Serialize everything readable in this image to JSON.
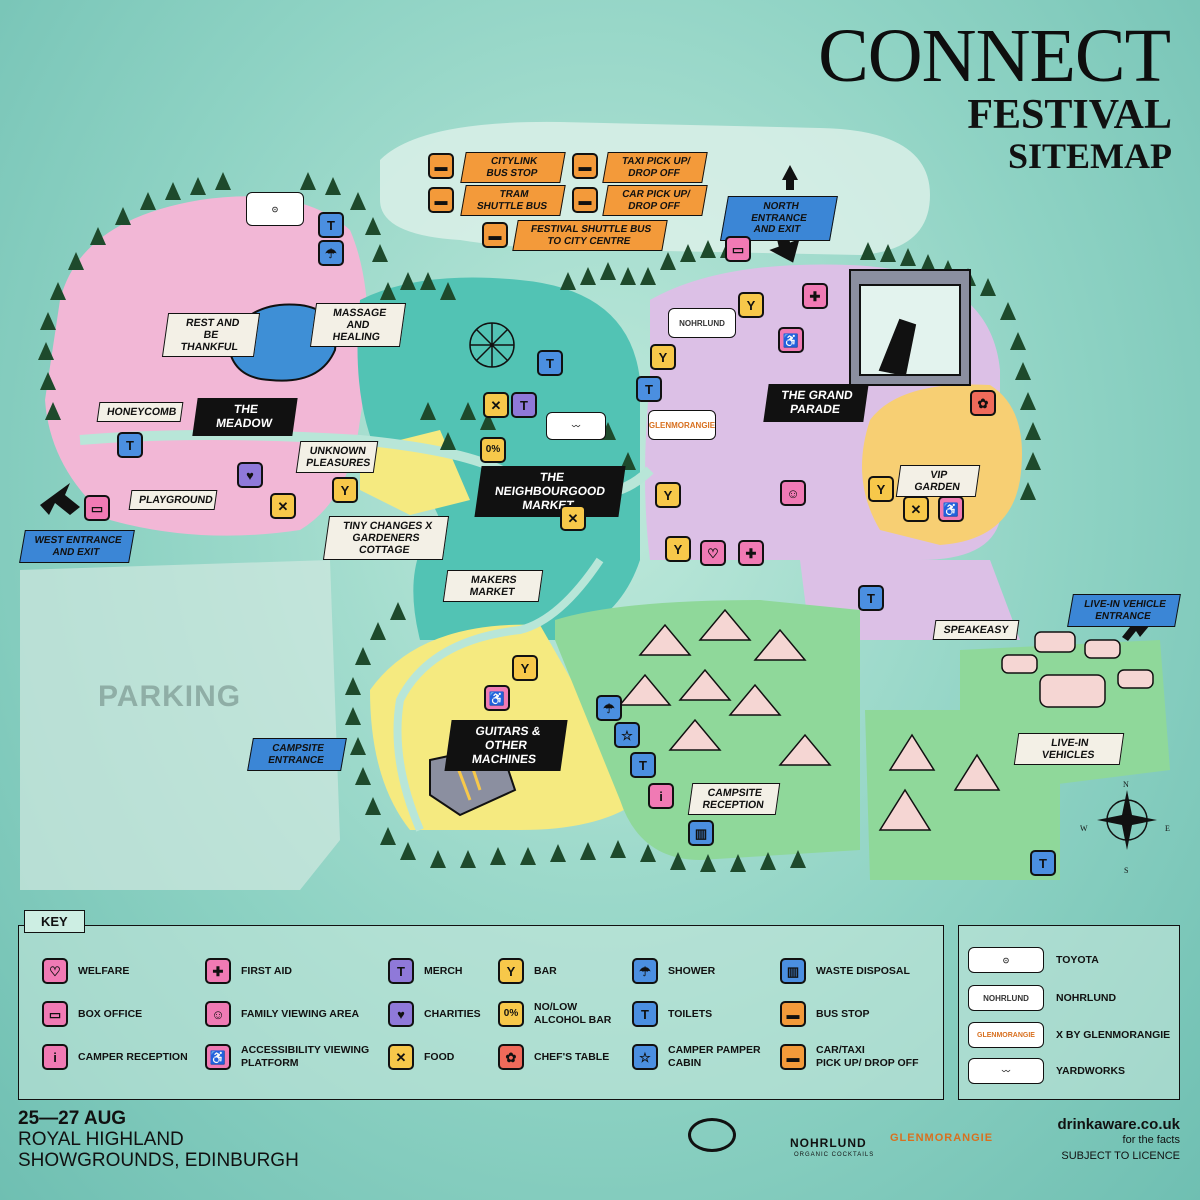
{
  "header": {
    "title": "CONNECT",
    "subtitle": "FESTIVAL",
    "subtitle2": "SITEMAP"
  },
  "zones": {
    "meadow": "THE MEADOW",
    "grand_parade": "THE GRAND\nPARADE",
    "neighbourgood": "THE NEIGHBOURGOOD\nMARKET",
    "guitars": "GUITARS &\nOTHER MACHINES"
  },
  "places": {
    "rest": "REST AND\nBE THANKFUL",
    "massage": "MASSAGE AND\nHEALING",
    "honeycomb": "HONEYCOMB",
    "unknown": "UNKNOWN\nPLEASURES",
    "playground": "PLAYGROUND",
    "tiny_changes": "TINY CHANGES X\nGARDENERS COTTAGE",
    "makers": "MAKERS MARKET",
    "vip": "VIP GARDEN",
    "speakeasy": "SPEAKEASY",
    "campsite_reception": "CAMPSITE\nRECEPTION",
    "live_in": "LIVE-IN VEHICLES"
  },
  "entrances": {
    "west": "WEST ENTRANCE\nAND EXIT",
    "north": "NORTH ENTRANCE\nAND EXIT",
    "campsite": "CAMPSITE\nENTRANCE",
    "live_in": "LIVE-IN VEHICLE\nENTRANCE"
  },
  "transport": {
    "citylink": "CITYLINK\nBUS STOP",
    "tram": "TRAM\nSHUTTLE BUS",
    "taxi": "TAXI PICK UP/\nDROP OFF",
    "car": "CAR PICK UP/\nDROP OFF",
    "shuttle": "FESTIVAL SHUTTLE BUS\nTO CITY CENTRE"
  },
  "parking": "PARKING",
  "map_glyphs": {
    "toilet": "T",
    "low_alcohol": "0%",
    "info": "i"
  },
  "key": {
    "title": "KEY",
    "items": [
      {
        "label": "WELFARE",
        "color": "#f07ab4",
        "icon": "hands-heart-icon"
      },
      {
        "label": "BOX OFFICE",
        "color": "#f07ab4",
        "icon": "ticket-icon"
      },
      {
        "label": "CAMPER RECEPTION",
        "color": "#f07ab4",
        "icon": "info-icon"
      },
      {
        "label": "FIRST AID",
        "color": "#f07ab4",
        "icon": "cross-icon"
      },
      {
        "label": "FAMILY VIEWING AREA",
        "color": "#f07ab4",
        "icon": "family-icon"
      },
      {
        "label": "ACCESSIBILITY VIEWING\nPLATFORM",
        "color": "#f07ab4",
        "icon": "wheelchair-icon"
      },
      {
        "label": "MERCH",
        "color": "#8f79d9",
        "icon": "tshirt-icon"
      },
      {
        "label": "CHARITIES",
        "color": "#8f79d9",
        "icon": "heart-icon"
      },
      {
        "label": "FOOD",
        "color": "#f7c84a",
        "icon": "cutlery-icon"
      },
      {
        "label": "BAR",
        "color": "#f7c84a",
        "icon": "cocktail-icon"
      },
      {
        "label": "NO/LOW\nALCOHOL BAR",
        "color": "#f7c84a",
        "icon": "zero-percent-icon"
      },
      {
        "label": "CHEF'S TABLE",
        "color": "#f06a5a",
        "icon": "chef-icon"
      },
      {
        "label": "SHOWER",
        "color": "#4b8fe0",
        "icon": "shower-icon"
      },
      {
        "label": "TOILETS",
        "color": "#4b8fe0",
        "icon": "toilet-icon"
      },
      {
        "label": "CAMPER PAMPER\nCABIN",
        "color": "#4b8fe0",
        "icon": "star-icon"
      },
      {
        "label": "WASTE DISPOSAL",
        "color": "#4b8fe0",
        "icon": "bin-icon"
      },
      {
        "label": "BUS STOP",
        "color": "#f39a3a",
        "icon": "bus-icon"
      },
      {
        "label": "CAR/TAXI\nPICK UP/ DROP OFF",
        "color": "#f39a3a",
        "icon": "car-icon"
      }
    ]
  },
  "partners": [
    {
      "name": "TOYOTA",
      "logo": ""
    },
    {
      "name": "NOHRLUND",
      "logo": "NOHRLUND"
    },
    {
      "name": "X BY GLENMORANGIE",
      "logo": "GLENMORANGIE"
    },
    {
      "name": "YARDWORKS",
      "logo": ""
    }
  ],
  "footer": {
    "dates": "25—27 AUG",
    "venue": "ROYAL HIGHLAND\nSHOWGROUNDS, EDINBURGH",
    "drinkaware": "drinkaware.co.uk",
    "facts": "for the facts",
    "licence": "SUBJECT TO LICENCE",
    "logo_nohrlund": "NOHRLUND",
    "logo_nohrlund_sub": "ORGANIC COCKTAILS",
    "logo_glen": "GLENMORANGIE"
  },
  "compass": {
    "n": "N",
    "e": "E",
    "s": "S",
    "w": "W"
  },
  "colors": {
    "meadow": "#f2b7d6",
    "grand_parade": "#dcc0e6",
    "market": "#52c3b4",
    "camp": "#8fd89a",
    "guitars": "#f5ea80",
    "vip": "#f7cf73",
    "trees": "#1e4a2c"
  }
}
